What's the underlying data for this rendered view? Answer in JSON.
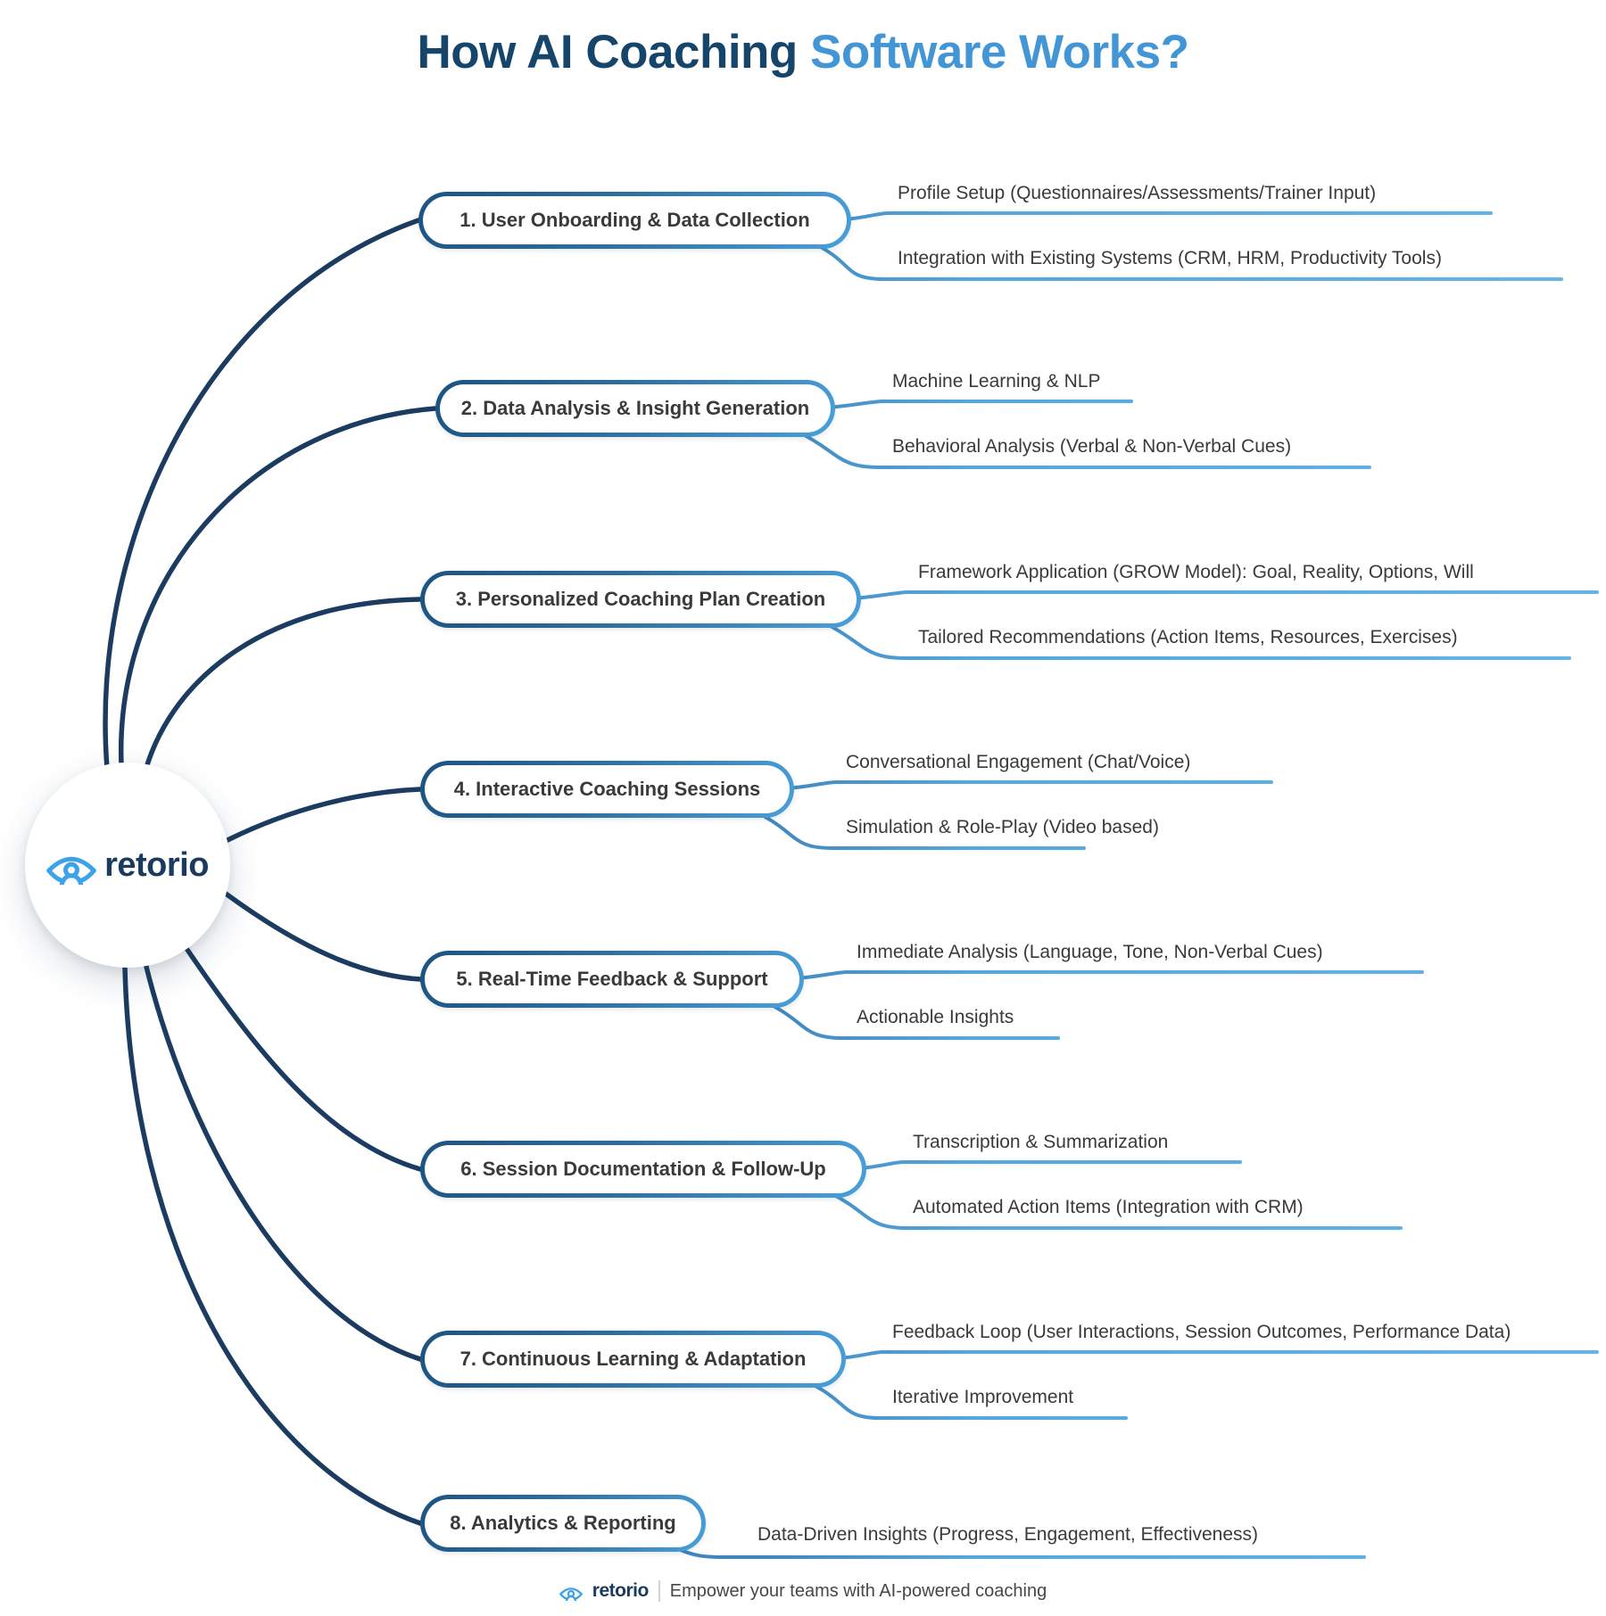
{
  "title": {
    "part1": "How AI Coaching",
    "part2": "Software Works?"
  },
  "center": {
    "brand": "retorio"
  },
  "nodes": [
    {
      "label": "1. User Onboarding & Data Collection",
      "children": [
        {
          "text": "Profile Setup (Questionnaires/Assessments/Trainer Input)"
        },
        {
          "text": "Integration with Existing Systems (CRM, HRM, Productivity Tools)"
        }
      ]
    },
    {
      "label": "2. Data Analysis & Insight Generation",
      "children": [
        {
          "text": "Machine Learning & NLP"
        },
        {
          "text": "Behavioral Analysis (Verbal & Non-Verbal Cues)"
        }
      ]
    },
    {
      "label": "3. Personalized Coaching Plan Creation",
      "children": [
        {
          "text": "Framework Application (GROW Model): Goal, Reality, Options, Will"
        },
        {
          "text": "Tailored Recommendations (Action Items, Resources, Exercises)"
        }
      ]
    },
    {
      "label": "4. Interactive Coaching Sessions",
      "children": [
        {
          "text": "Conversational Engagement (Chat/Voice)"
        },
        {
          "text": "Simulation & Role-Play (Video based)"
        }
      ]
    },
    {
      "label": "5. Real-Time Feedback & Support",
      "children": [
        {
          "text": "Immediate Analysis (Language, Tone, Non-Verbal Cues)"
        },
        {
          "text": "Actionable Insights"
        }
      ]
    },
    {
      "label": "6. Session Documentation & Follow-Up",
      "children": [
        {
          "text": "Transcription & Summarization"
        },
        {
          "text": "Automated Action Items (Integration with CRM)"
        }
      ]
    },
    {
      "label": "7. Continuous Learning & Adaptation",
      "children": [
        {
          "text": "Feedback Loop (User Interactions, Session Outcomes, Performance Data)"
        },
        {
          "text": "Iterative Improvement"
        }
      ]
    },
    {
      "label": "8. Analytics & Reporting",
      "children": [
        {
          "text": "Data-Driven Insights (Progress, Engagement, Effectiveness)"
        }
      ]
    }
  ],
  "footer": {
    "brand": "retorio",
    "tagline": "Empower your teams with AI-powered coaching"
  },
  "colors": {
    "title_dark": "#16456b",
    "title_light": "#4296d6",
    "branch_line": "#1b3c60",
    "child_line": "#55a7df",
    "node_border_start": "#1d5280",
    "node_border_end": "#4aa0da",
    "node_text": "#3a3a3a",
    "brand_navy": "#1b3a5f",
    "brand_blue": "#3da2ea"
  }
}
